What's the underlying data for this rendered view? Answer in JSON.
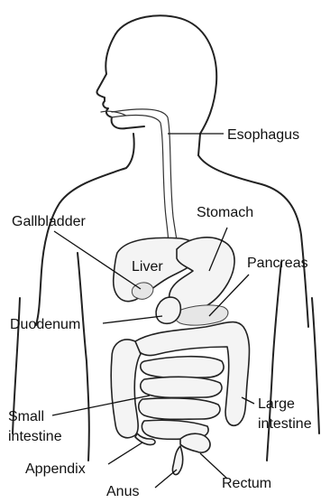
{
  "labels": {
    "esophagus": "Esophagus",
    "gallbladder": "Gallbladder",
    "stomach": "Stomach",
    "liver": "Liver",
    "pancreas": "Pancreas",
    "duodenum": "Duodenum",
    "small_intestine_1": "Small",
    "small_intestine_2": "intestine",
    "large_intestine_1": "Large",
    "large_intestine_2": "intestine",
    "appendix": "Appendix",
    "rectum": "Rectum",
    "anus": "Anus"
  }
}
